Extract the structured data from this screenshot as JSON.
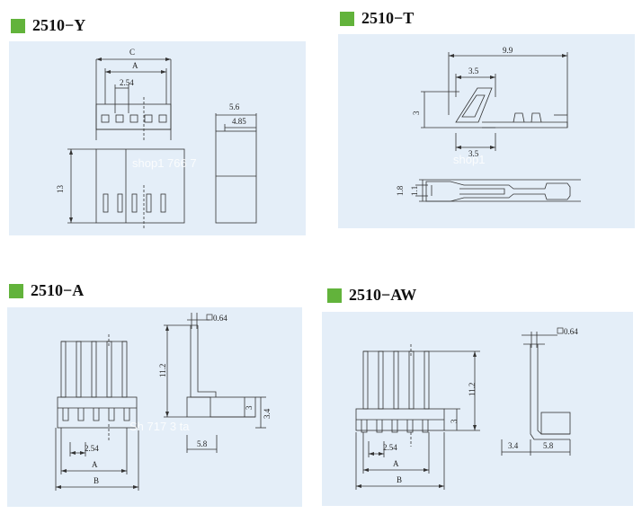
{
  "sections": [
    {
      "title": "2510−Y",
      "dims": {
        "c": "C",
        "a": "A",
        "pitch": "2.54",
        "height": "13",
        "width_outer": "5.6",
        "width_inner": "4.85"
      },
      "watermark": "shop1     766    7"
    },
    {
      "title": "2510−T",
      "dims": {
        "total": "9.9",
        "top": "3.5",
        "bottom": "3.5",
        "height": "3",
        "d1": "1.8",
        "d2": "1.1"
      },
      "watermark": "shop1"
    },
    {
      "title": "2510−A",
      "dims": {
        "pin": "0.64",
        "height": "11.2",
        "h_small": "3",
        "h_base": "3.4",
        "pitch": "2.54",
        "a": "A",
        "b": "B",
        "offset": "5.8"
      },
      "watermark": "Sh     717  3  ta"
    },
    {
      "title": "2510−AW",
      "dims": {
        "pin": "0.64",
        "height": "11.2",
        "h_small": "3",
        "pitch": "2.54",
        "a": "A",
        "b": "B",
        "left": "3.4",
        "offset": "5.8"
      }
    }
  ]
}
